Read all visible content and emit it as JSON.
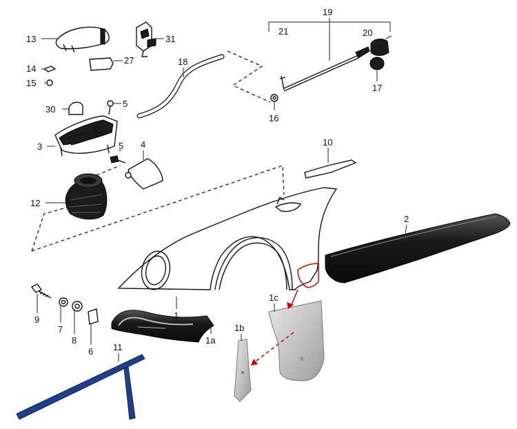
{
  "colors": {
    "outline": "#111111",
    "dark_part": "#1c1c1c",
    "silver_part": "#c9c9c9",
    "seal_blue": "#1d3f8c",
    "highlight_red": "#d40000"
  },
  "callouts": {
    "c13": "13",
    "c31": "31",
    "c27": "27",
    "c14": "14",
    "c15": "15",
    "c18": "18",
    "c19": "19",
    "c21": "21",
    "c20": "20",
    "c17": "17",
    "c16": "16",
    "c30": "30",
    "c5a": "5",
    "c3": "3",
    "c5b": "5",
    "c4": "4",
    "c10": "10",
    "c12": "12",
    "c2": "2",
    "c1": "1",
    "c1a": "1a",
    "c1b": "1b",
    "c1c": "1c",
    "c9": "9",
    "c7": "7",
    "c8": "8",
    "c6": "6",
    "c11": "11"
  }
}
